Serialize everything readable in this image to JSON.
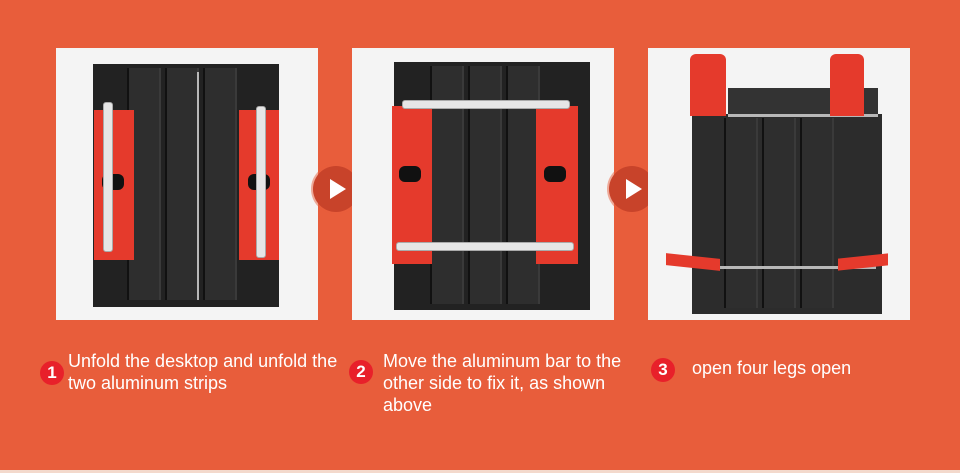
{
  "background_color": "#e85d3b",
  "steps": [
    {
      "number": "1",
      "text": "Unfold the desktop and unfold the two aluminum strips",
      "image": "folding-table-closed-with-strips"
    },
    {
      "number": "2",
      "text": "Move the aluminum bar to the other side to fix it, as shown above",
      "image": "folding-table-bars-moved"
    },
    {
      "number": "3",
      "text": "open four legs open",
      "image": "folding-table-legs-open"
    }
  ],
  "arrows": [
    "play-arrow-icon",
    "play-arrow-icon"
  ],
  "colors": {
    "badge": "#e8202a",
    "arrow": "#c8432a",
    "tray": "#222222",
    "red_parts": "#e53a2c"
  }
}
